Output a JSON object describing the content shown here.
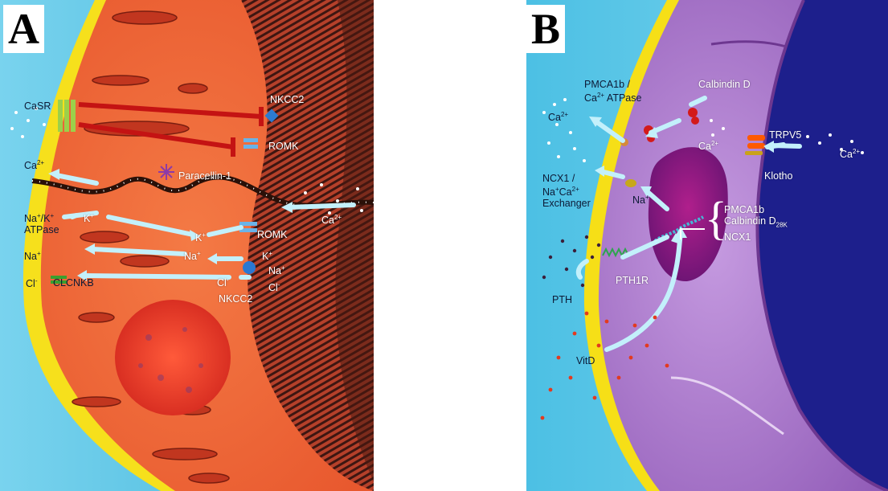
{
  "panel_a": {
    "letter": "A",
    "labels": {
      "casr": "CaSR",
      "nkcc2_top": "NKCC2",
      "romk_top": "ROMK",
      "ca_left": "Ca",
      "paracellin": "Paracellin-1",
      "ca_right": "Ca",
      "na_k_atpase_1": "Na",
      "na_k_atpase_1b": "/K",
      "na_k_atpase_2": "ATPase",
      "k_1": "K",
      "k_2": "K",
      "romk_mid": "ROMK",
      "na_left": "Na",
      "na_mid": "Na",
      "k_3": "K",
      "na_3": "Na",
      "cl_left": "Cl",
      "clcnkb": "CLCNKB",
      "cl_mid": "Cl",
      "cl_right": "Cl",
      "nkcc2_bottom": "NKCC2"
    }
  },
  "panel_b": {
    "letter": "B",
    "labels": {
      "pmca_1": "PMCA1b /",
      "pmca_2": "Ca",
      "pmca_2b": "ATPase",
      "calbindin_top": "Calbindin D",
      "ca_left": "Ca",
      "ca_mid": "Ca",
      "trpv5": "TRPV5",
      "ca_right": "Ca",
      "ncx_1": "NCX1 /",
      "ncx_2": "Na",
      "ncx_2b": "Ca",
      "ncx_3": "Exchanger",
      "na": "Na",
      "klotho": "Klotho",
      "genes_1": "PMCA1b",
      "genes_2": "Calbindin D",
      "genes_2_sub": "28K",
      "genes_3": "NCX1",
      "pth": "PTH",
      "pth1r": "PTH1R",
      "vitd": "VitD"
    }
  },
  "colors": {
    "background": "#ffffff",
    "fluid_blue": "#4fc1e3",
    "capsule_yellow": "#f7e21a",
    "cell_orange": "#f0673a",
    "cell_purple": "#b27fd0",
    "lumen_navy": "#1d1f8c",
    "arrow_cyan": "#bfeffa",
    "inhibit_red": "#c81414"
  }
}
